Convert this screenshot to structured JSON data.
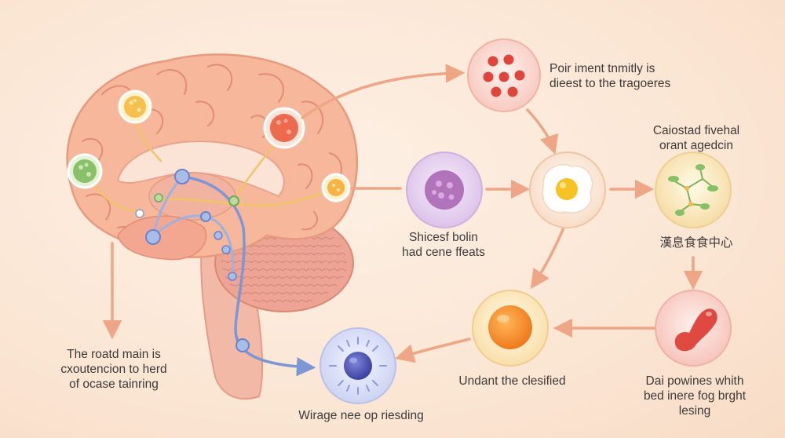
{
  "labels": {
    "top": [
      "Poir iment tnmitly is",
      "dieest to the tragoeres"
    ],
    "right_top": [
      "Caiostad fivehal",
      "orant agedcin"
    ],
    "middle": [
      "Shicesf bolin",
      "had cene ffeats"
    ],
    "right_cjk": [
      "漢息食食中心"
    ],
    "left_bottom": [
      "The roatd main is",
      "cxoutencion to herd",
      "of ocase tainring"
    ],
    "center_bottom": [
      "Undant the clesified"
    ],
    "right_bottom": [
      "Dai powines whith",
      "bed inere fog brght",
      "lesing"
    ],
    "bottom": [
      "Wirage nee op riesding"
    ]
  },
  "colors": {
    "background": "#fbe6d4",
    "brain": "#f6b79a",
    "brain_outline": "#e79a7e",
    "arrow": "#eea686",
    "pathway_blue": "#7d97d6",
    "pathway_yellow": "#f1c46a"
  }
}
